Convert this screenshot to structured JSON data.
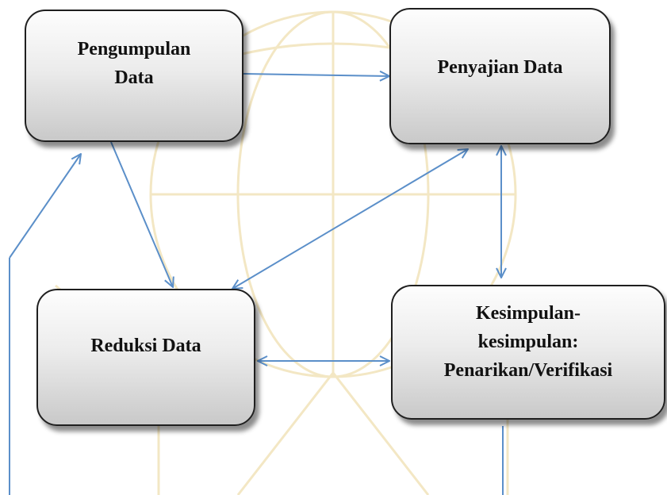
{
  "diagram": {
    "nodes": {
      "pengumpulan": "Pengumpulan\nData",
      "penyajian": "Penyajian Data",
      "reduksi": "Reduksi Data",
      "kesimpulan": "Kesimpulan-\nkesimpulan:\nPenarikan/Verifikasi"
    },
    "edge_color": "#5b8fc9",
    "watermark_color": "#f3e7c4"
  }
}
